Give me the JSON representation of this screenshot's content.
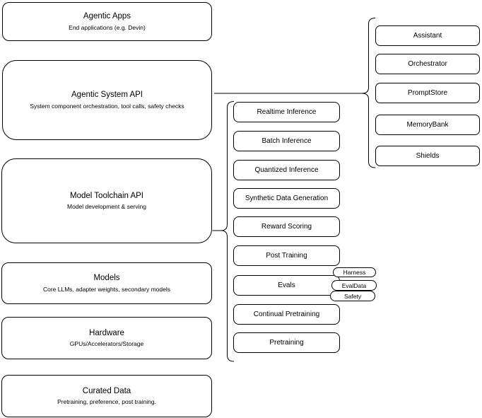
{
  "nodes": {
    "left": [
      {
        "title": "Agentic Apps",
        "subtitle": "End applications (e.g. Devin)"
      },
      {
        "title": "Agentic System API",
        "subtitle": "System component orchestration, tool calls, safety checks"
      },
      {
        "title": "Model Toolchain API",
        "subtitle": "Model development & serving"
      },
      {
        "title": "Models",
        "subtitle": "Core LLMs, adapter weights, secondary models"
      },
      {
        "title": "Hardware",
        "subtitle": "GPUs/Accelerators/Storage"
      },
      {
        "title": "Curated Data",
        "subtitle": "Pretraining, preference, post training."
      }
    ],
    "toolchain": [
      "Realtime Inference",
      "Batch Inference",
      "Quantized Inference",
      "Synthetic Data Generation",
      "Reward Scoring",
      "Post Training",
      "Evals",
      "Continual Pretraining",
      "Pretraining"
    ],
    "evals_tags": [
      "Harness",
      "EvalData",
      "Safety"
    ],
    "components": [
      "Assistant",
      "Orchestrator",
      "PromptStore",
      "MemoryBank",
      "Shields"
    ]
  },
  "colors": {
    "stroke": "#000000",
    "fill": "#ffffff",
    "text": "#000000"
  }
}
